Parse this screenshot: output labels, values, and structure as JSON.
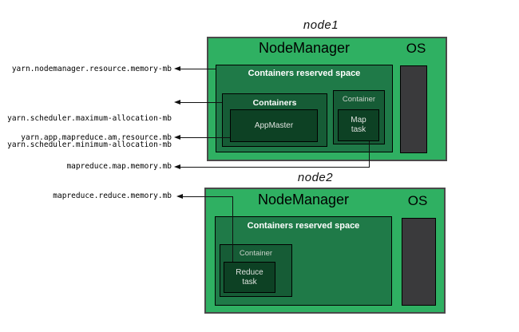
{
  "colors": {
    "node_fill": "#2fb062",
    "node_border": "#4a4a4a",
    "reserved_fill": "#1f7a48",
    "container_fill": "#165c36",
    "task_fill": "#0d4124",
    "os_box_fill": "#3a3a3c",
    "line_color": "#111111"
  },
  "nodes": [
    {
      "title": "node1",
      "manager_label": "NodeManager",
      "os_label": "OS",
      "reserved_label": "Containers reserved space",
      "containers_label": "Containers",
      "appmaster_label": "AppMaster",
      "container_label": "Container",
      "task_line1": "Map",
      "task_line2": "task"
    },
    {
      "title": "node2",
      "manager_label": "NodeManager",
      "os_label": "OS",
      "reserved_label": "Containers reserved space",
      "container_label": "Container",
      "task_line1": "Reduce",
      "task_line2": "task"
    }
  ],
  "config_labels": {
    "nodemanager_memory": "yarn.nodemanager.resource.memory-mb",
    "scheduler_max": "yarn.scheduler.maximum-allocation-mb",
    "scheduler_min": "yarn.scheduler.minimum-allocation-mb",
    "am_resource": "yarn.app.mapreduce.am.resource.mb",
    "map_memory": "mapreduce.map.memory.mb",
    "reduce_memory": "mapreduce.reduce.memory.mb"
  }
}
